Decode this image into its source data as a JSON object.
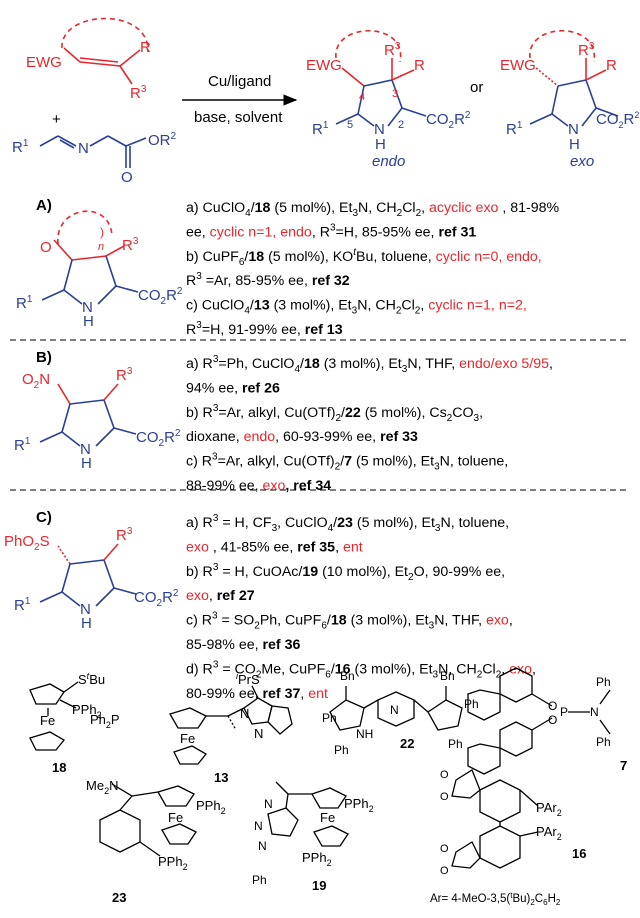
{
  "header": {
    "reagent_top": "Cu/ligand",
    "reagent_bottom": "base, solvent",
    "or": "or",
    "endo": "endo",
    "exo": "exo",
    "plus": "+",
    "EWG": "EWG",
    "R": "R",
    "R1": "R",
    "R2": "R",
    "R3": "R",
    "N": "N",
    "NH": "N",
    "H": "H",
    "O": "O",
    "CO2R2": "CO",
    "n4": "4",
    "n3": "3",
    "n5": "5",
    "n2": "2"
  },
  "sections": [
    {
      "label": "A)",
      "lines": [
        [
          {
            "t": "a) CuClO"
          },
          {
            "t": "4",
            "s": "sub"
          },
          {
            "t": "/"
          },
          {
            "t": "18",
            "b": 1
          },
          {
            "t": " (5 mol%), Et"
          },
          {
            "t": "3",
            "s": "sub"
          },
          {
            "t": "N, CH"
          },
          {
            "t": "2",
            "s": "sub"
          },
          {
            "t": "Cl"
          },
          {
            "t": "2",
            "s": "sub"
          },
          {
            "t": ", "
          },
          {
            "t": "acyclic exo",
            "c": "red"
          },
          {
            "t": " , 81-98%"
          }
        ],
        [
          {
            "t": "ee, "
          },
          {
            "t": "cyclic n=1, endo",
            "c": "red"
          },
          {
            "t": ", R"
          },
          {
            "t": "3",
            "s": "sup"
          },
          {
            "t": "=H, 85-95% ee, "
          },
          {
            "t": "ref 31",
            "b": 1
          }
        ],
        [
          {
            "t": "b) CuPF"
          },
          {
            "t": "6",
            "s": "sub"
          },
          {
            "t": "/"
          },
          {
            "t": "18",
            "b": 1
          },
          {
            "t": " (5 mol%), KO"
          },
          {
            "t": "t",
            "s": "sup",
            "i": 1
          },
          {
            "t": "Bu, toluene, "
          },
          {
            "t": " cyclic n=0, endo,",
            "c": "red"
          }
        ],
        [
          {
            "t": "R"
          },
          {
            "t": "3",
            "s": "sup"
          },
          {
            "t": " =Ar, 85-95% ee, "
          },
          {
            "t": "ref 32",
            "b": 1
          }
        ],
        [
          {
            "t": "c) CuClO"
          },
          {
            "t": "4",
            "s": "sub"
          },
          {
            "t": "/"
          },
          {
            "t": "13",
            "b": 1
          },
          {
            "t": " (3 mol%), Et"
          },
          {
            "t": "3",
            "s": "sub"
          },
          {
            "t": "N, CH"
          },
          {
            "t": "2",
            "s": "sub"
          },
          {
            "t": "Cl"
          },
          {
            "t": "2",
            "s": "sub"
          },
          {
            "t": ", "
          },
          {
            "t": "cyclic n=1, n=2,",
            "c": "red"
          }
        ],
        [
          {
            "t": "R"
          },
          {
            "t": "3",
            "s": "sup"
          },
          {
            "t": "=H, 91-99% ee, "
          },
          {
            "t": "ref 13",
            "b": 1
          }
        ]
      ]
    },
    {
      "label": "B)",
      "lines": [
        [
          {
            "t": "a) R"
          },
          {
            "t": "3",
            "s": "sup"
          },
          {
            "t": "=Ph, CuClO"
          },
          {
            "t": "4",
            "s": "sub"
          },
          {
            "t": "/"
          },
          {
            "t": "18",
            "b": 1
          },
          {
            "t": " (3 mol%), Et"
          },
          {
            "t": "3",
            "s": "sub"
          },
          {
            "t": "N, THF, "
          },
          {
            "t": "endo/exo 5/95",
            "c": "red"
          },
          {
            "t": ","
          }
        ],
        [
          {
            "t": "94% ee, "
          },
          {
            "t": "ref 26",
            "b": 1
          }
        ],
        [
          {
            "t": "b) R"
          },
          {
            "t": "3",
            "s": "sup"
          },
          {
            "t": "=Ar, alkyl, Cu(OTf)"
          },
          {
            "t": "2",
            "s": "sub"
          },
          {
            "t": "/"
          },
          {
            "t": "22",
            "b": 1
          },
          {
            "t": " (5 mol%), Cs"
          },
          {
            "t": "2",
            "s": "sub"
          },
          {
            "t": "CO"
          },
          {
            "t": "3",
            "s": "sub"
          },
          {
            "t": ","
          }
        ],
        [
          {
            "t": "dioxane, "
          },
          {
            "t": "endo",
            "c": "red"
          },
          {
            "t": ", 60-93-99% ee, "
          },
          {
            "t": "ref 33",
            "b": 1
          }
        ],
        [
          {
            "t": "c) R"
          },
          {
            "t": "3",
            "s": "sup"
          },
          {
            "t": "=Ar, alkyl,  Cu(OTf)"
          },
          {
            "t": "2",
            "s": "sub"
          },
          {
            "t": "/"
          },
          {
            "t": "7",
            "b": 1
          },
          {
            "t": " (5 mol%), Et"
          },
          {
            "t": "3",
            "s": "sub"
          },
          {
            "t": "N, toluene,"
          }
        ],
        [
          {
            "t": "88-99% ee, "
          },
          {
            "t": "exo",
            "c": "red"
          },
          {
            "t": ", ref 34",
            "b": 1
          }
        ]
      ]
    },
    {
      "label": "C)",
      "lines": [
        [
          {
            "t": "a) R"
          },
          {
            "t": "3",
            "s": "sup"
          },
          {
            "t": " = H, CF"
          },
          {
            "t": "3",
            "s": "sub"
          },
          {
            "t": ", CuClO"
          },
          {
            "t": "4",
            "s": "sub"
          },
          {
            "t": "/"
          },
          {
            "t": "23",
            "b": 1
          },
          {
            "t": " (5 mol%), Et"
          },
          {
            "t": "3",
            "s": "sub"
          },
          {
            "t": "N, toluene,"
          }
        ],
        [
          {
            "t": "exo",
            "c": "red"
          },
          {
            "t": " , 41-85% ee, "
          },
          {
            "t": "ref 35",
            "b": 1
          },
          {
            "t": ", "
          },
          {
            "t": "ent",
            "c": "red"
          }
        ],
        [
          {
            "t": "b) R"
          },
          {
            "t": "3",
            "s": "sup"
          },
          {
            "t": " = H, CuOAc/"
          },
          {
            "t": "19",
            "b": 1
          },
          {
            "t": " (10 mol%),  Et"
          },
          {
            "t": "2",
            "s": "sub"
          },
          {
            "t": "O, 90-99% ee,"
          }
        ],
        [
          {
            "t": "exo",
            "c": "red"
          },
          {
            "t": ", "
          },
          {
            "t": "ref 27",
            "b": 1
          }
        ],
        [
          {
            "t": "c) R"
          },
          {
            "t": "3",
            "s": "sup"
          },
          {
            "t": " = SO"
          },
          {
            "t": "2",
            "s": "sub"
          },
          {
            "t": "Ph, CuPF"
          },
          {
            "t": "6",
            "s": "sub"
          },
          {
            "t": "/"
          },
          {
            "t": "18",
            "b": 1
          },
          {
            "t": " (3 mol%), Et"
          },
          {
            "t": "3",
            "s": "sub"
          },
          {
            "t": "N, THF, "
          },
          {
            "t": "exo",
            "c": "red"
          },
          {
            "t": ","
          }
        ],
        [
          {
            "t": "85-98% ee, "
          },
          {
            "t": "ref 36",
            "b": 1
          }
        ],
        [
          {
            "t": "d) R"
          },
          {
            "t": "3",
            "s": "sup"
          },
          {
            "t": " = CO"
          },
          {
            "t": "2",
            "s": "sub"
          },
          {
            "t": "Me, CuPF"
          },
          {
            "t": "6",
            "s": "sub"
          },
          {
            "t": "/"
          },
          {
            "t": "16",
            "b": 1
          },
          {
            "t": " (3 mol%), Et"
          },
          {
            "t": "3",
            "s": "sub"
          },
          {
            "t": "N, CH"
          },
          {
            "t": "2",
            "s": "sub"
          },
          {
            "t": "Cl"
          },
          {
            "t": "2",
            "s": "sub"
          },
          {
            "t": ", "
          },
          {
            "t": "exo",
            "c": "red"
          },
          {
            "t": ","
          }
        ],
        [
          {
            "t": "80-99% ee, "
          },
          {
            "t": "ref 37",
            "b": 1
          },
          {
            "t": ", "
          },
          {
            "t": "ent",
            "c": "red"
          }
        ]
      ]
    }
  ],
  "ligands": {
    "l18": "18",
    "l13": "13",
    "l22": "22",
    "l7": "7",
    "l23": "23",
    "l19": "19",
    "l16": "16",
    "stbu": "S",
    "tbu_t": "t",
    "tbu_bu": "Bu",
    "fe": "Fe",
    "pph2": "PPh",
    "ph2p": "Ph",
    "p_of_ph2p": "P",
    "iprs_i": "i",
    "iprs": "PrS",
    "bn": "Bn",
    "ph": "Ph",
    "nh": "NH",
    "n": "N",
    "me2n": "Me",
    "n_of_me2n": "N",
    "o": "O",
    "p": "P",
    "par2": "PAr",
    "ar_note": "Ar= 4-MeO-3,5(",
    "ar_t": "t",
    "ar_note2": "Bu)",
    "ar_note3": "C",
    "ar_note4": "H",
    "two": "2",
    "six": "6",
    "phso2": "PhO",
    "s_of_phso2": "S",
    "o2n": "O",
    "n_of_o2n": "N",
    "c_ring_o": "O"
  },
  "colors": {
    "red": "#e8262d",
    "blue": "#2b3f95",
    "black": "#000000"
  }
}
